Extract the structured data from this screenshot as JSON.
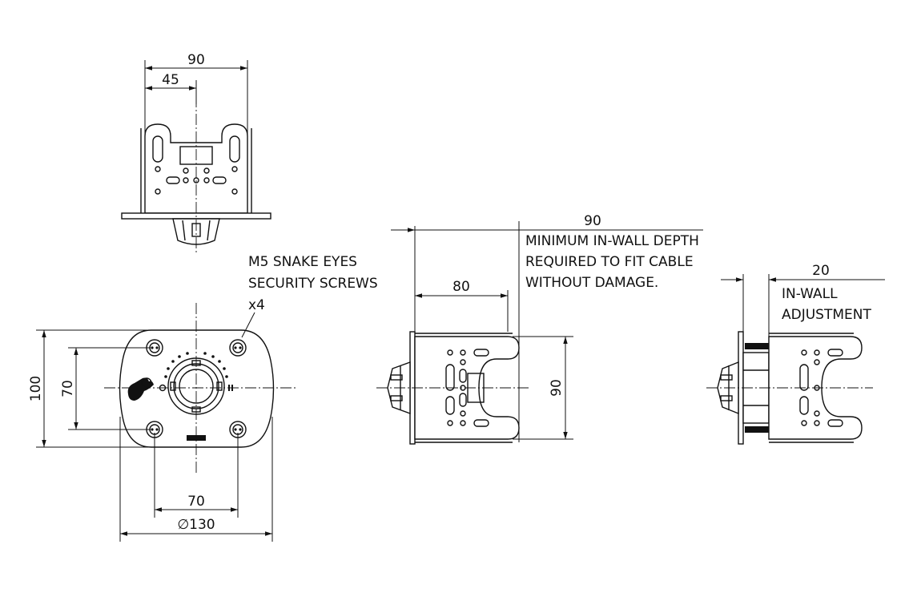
{
  "dimensions": {
    "top_view_width": "90",
    "top_view_half": "45",
    "front_height": "100",
    "front_hole_vertical": "70",
    "front_hole_horizontal": "70",
    "front_diameter": "∅130",
    "side_overall": "90",
    "side_80": "80",
    "side_height": "90",
    "right_adjust": "20"
  },
  "notes": {
    "screws_line1": "M5 SNAKE EYES",
    "screws_line2": "SECURITY SCREWS",
    "screws_qty": "x4",
    "depth_line1": "MINIMUM IN-WALL DEPTH",
    "depth_line2": "REQUIRED TO FIT CABLE",
    "depth_line3": "WITHOUT DAMAGE.",
    "adjust_line1": "IN-WALL",
    "adjust_line2": "ADJUSTMENT"
  }
}
